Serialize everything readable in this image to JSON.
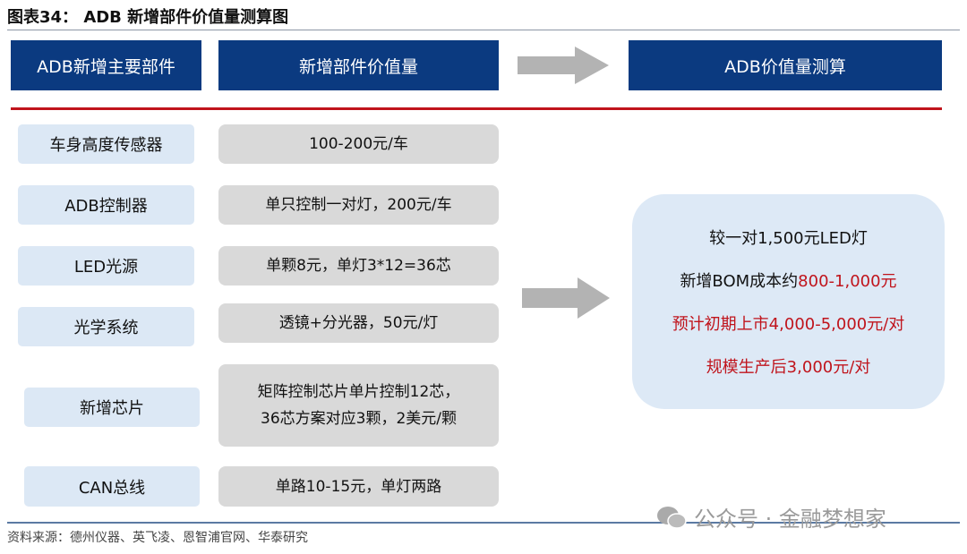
{
  "title": "图表34： ADB 新增部件价值量测算图",
  "headers": [
    "ADB新增主要部件",
    "新增部件价值量",
    "ADB价值量测算"
  ],
  "rows": [
    {
      "part": "车身高度传感器",
      "value": "100-200元/车"
    },
    {
      "part": "ADB控制器",
      "value": "单只控制一对灯，200元/车"
    },
    {
      "part": "LED光源",
      "value": "单颗8元，单灯3*12=36芯"
    },
    {
      "part": "光学系统",
      "value": "透镜+分光器，50元/灯"
    },
    {
      "part": "新增芯片",
      "value": "矩阵控制芯片单片控制12芯，",
      "value2": "36芯方案对应3颗，2美元/颗"
    },
    {
      "part": "CAN总线",
      "value": "单路10-15元，单灯两路"
    }
  ],
  "summary": {
    "line1": "较一对1,500元LED灯",
    "line2_prefix": "新增BOM成本约",
    "line2_highlight": "800-1,000元",
    "line3": "预计初期上市4,000-5,000元/对",
    "line4": "规模生产后3,000元/对"
  },
  "source": "资料来源：德州仪器、英飞凌、恩智浦官网、华泰研究",
  "watermark": "公众号 · 金融梦想家",
  "colors": {
    "header": "#0b3a80",
    "accent_red": "#c0141c",
    "light_blue": "#dce8f5",
    "gray": "#d9d9d9"
  }
}
